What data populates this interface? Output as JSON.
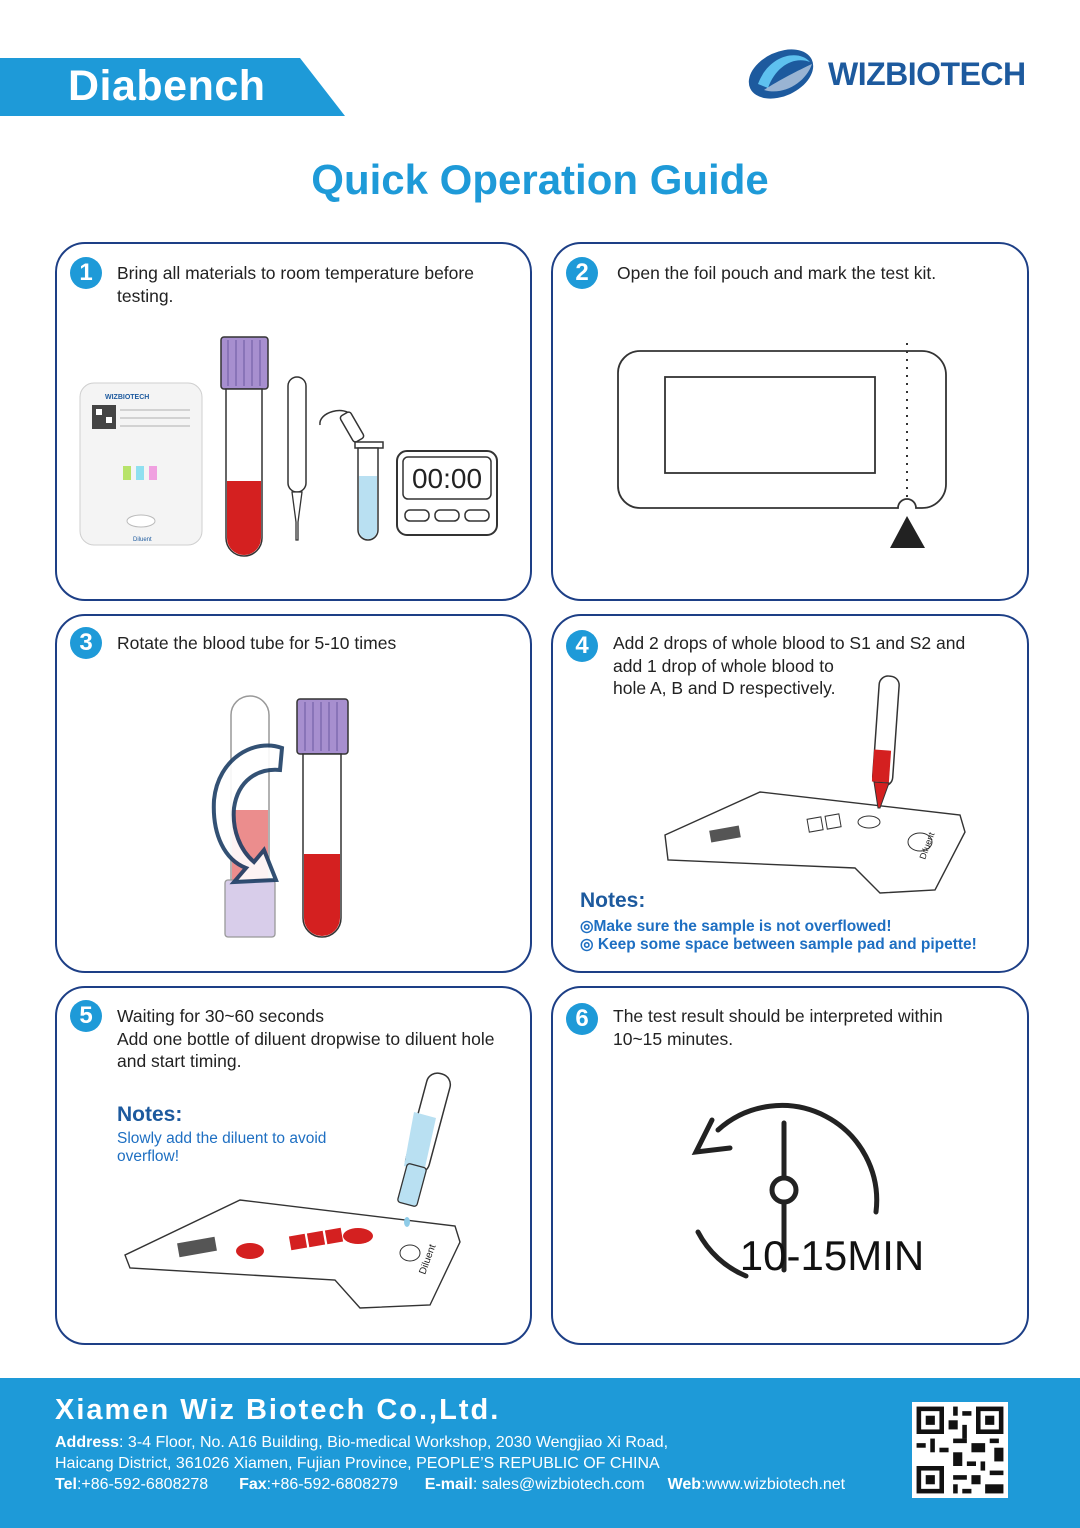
{
  "header": {
    "product": "Diabench",
    "brand": "WIZBIOTECH"
  },
  "title": "Quick Operation Guide",
  "steps": [
    {
      "num": "1",
      "line1": "Bring all materials to room temperature before",
      "line2": "testing."
    },
    {
      "num": "2",
      "line1": "Open the foil pouch and mark the test kit."
    },
    {
      "num": "3",
      "line1": "Rotate the blood tube for 5-10 times"
    },
    {
      "num": "4",
      "line1": "Add 2 drops of whole blood to S1 and S2 and",
      "line2": "add 1 drop of whole blood to",
      "line3": "hole A, B and D respectively."
    },
    {
      "num": "5",
      "line1": "Waiting for 30~60 seconds",
      "line2": "Add one bottle of diluent dropwise to diluent hole",
      "line3": "and start timing."
    },
    {
      "num": "6",
      "line1": "The test result should be interpreted within",
      "line2": "10~15 minutes."
    }
  ],
  "illustrations": {
    "timer_display": "00:00",
    "kit_brand": "WIZBIOTECH",
    "diluent_label": "Diluent",
    "timer_caption": "10-15MIN"
  },
  "notes4": {
    "title": "Notes:",
    "line1": "◎Make sure the sample is not overflowed!",
    "line2": "◎ Keep some space between sample pad and pipette!"
  },
  "notes5": {
    "title": "Notes:",
    "line1": "Slowly add the diluent to avoid",
    "line2": "overflow!"
  },
  "footer": {
    "company": "Xiamen Wiz Biotech Co.,Ltd.",
    "address_label": "Address",
    "address_line1": ": 3-4 Floor, No. A16 Building, Bio-medical Workshop, 2030 Wengjiao Xi Road,",
    "address_line2": "Haicang District, 361026 Xiamen, Fujian Province, PEOPLE’S REPUBLIC OF CHINA",
    "tel_label": "Tel",
    "tel": ":+86-592-6808278",
    "fax_label": "Fax",
    "fax": ":+86-592-6808279",
    "email_label": "E-mail",
    "email": ": sales@wizbiotech.com",
    "web_label": "Web",
    "web": ":www.wizbiotech.net"
  },
  "colors": {
    "accent": "#1e9ad8",
    "card_border": "#1d3f86",
    "blood": "#d42020",
    "cap": "#a78fcf",
    "note_blue": "#1e6fc2"
  }
}
